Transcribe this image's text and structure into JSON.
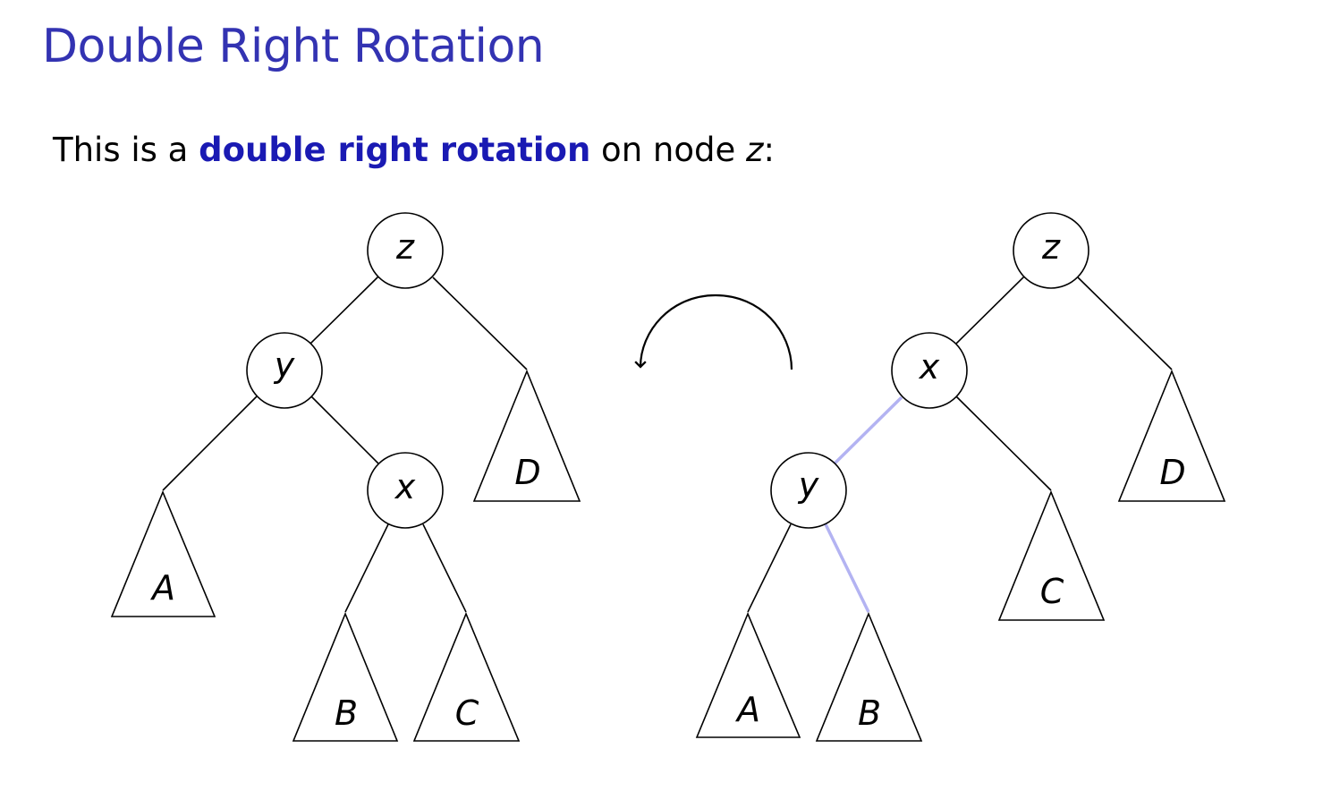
{
  "slide": {
    "title": "Double Right Rotation",
    "intro": {
      "before": "This is a ",
      "highlight": "double right rotation",
      "middle": " on node ",
      "node": "z",
      "after": ":"
    }
  },
  "colors": {
    "title": "#3333b2",
    "highlight": "#1a1ab3",
    "rotated_edge": "#b3b3f2",
    "stroke": "#000000"
  },
  "trees": {
    "before": {
      "nodes": {
        "z": "z",
        "y": "y",
        "x": "x"
      },
      "subtrees": {
        "A": "A",
        "B": "B",
        "C": "C",
        "D": "D"
      }
    },
    "after": {
      "nodes": {
        "z": "z",
        "x": "x",
        "y": "y"
      },
      "subtrees": {
        "A": "A",
        "B": "B",
        "C": "C",
        "D": "D"
      }
    }
  },
  "arrow": {
    "icon": "counterclockwise-arrow-icon"
  }
}
